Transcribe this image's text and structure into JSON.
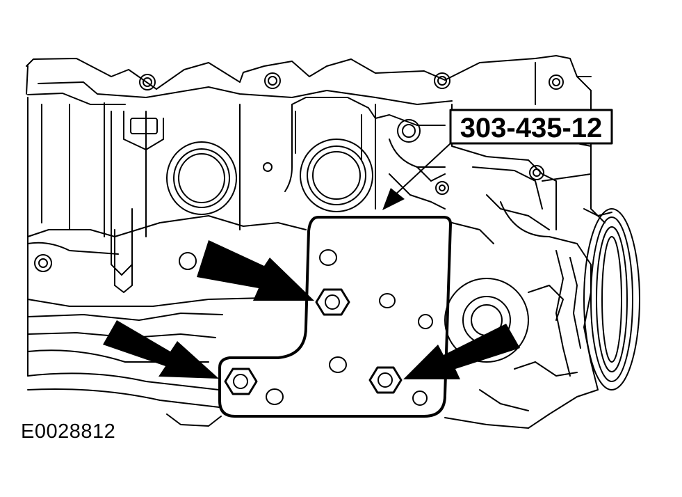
{
  "figure": {
    "tool_callout": "303-435-12",
    "figure_id": "E0028812"
  },
  "parts": {
    "tool_plate": "special-tool-plate",
    "bolts": [
      "hex-bolt-upper",
      "hex-bolt-lower-left",
      "hex-bolt-lower-right"
    ],
    "arrow_count": 3
  },
  "colors": {
    "ink": "#000000",
    "paper": "#ffffff"
  }
}
